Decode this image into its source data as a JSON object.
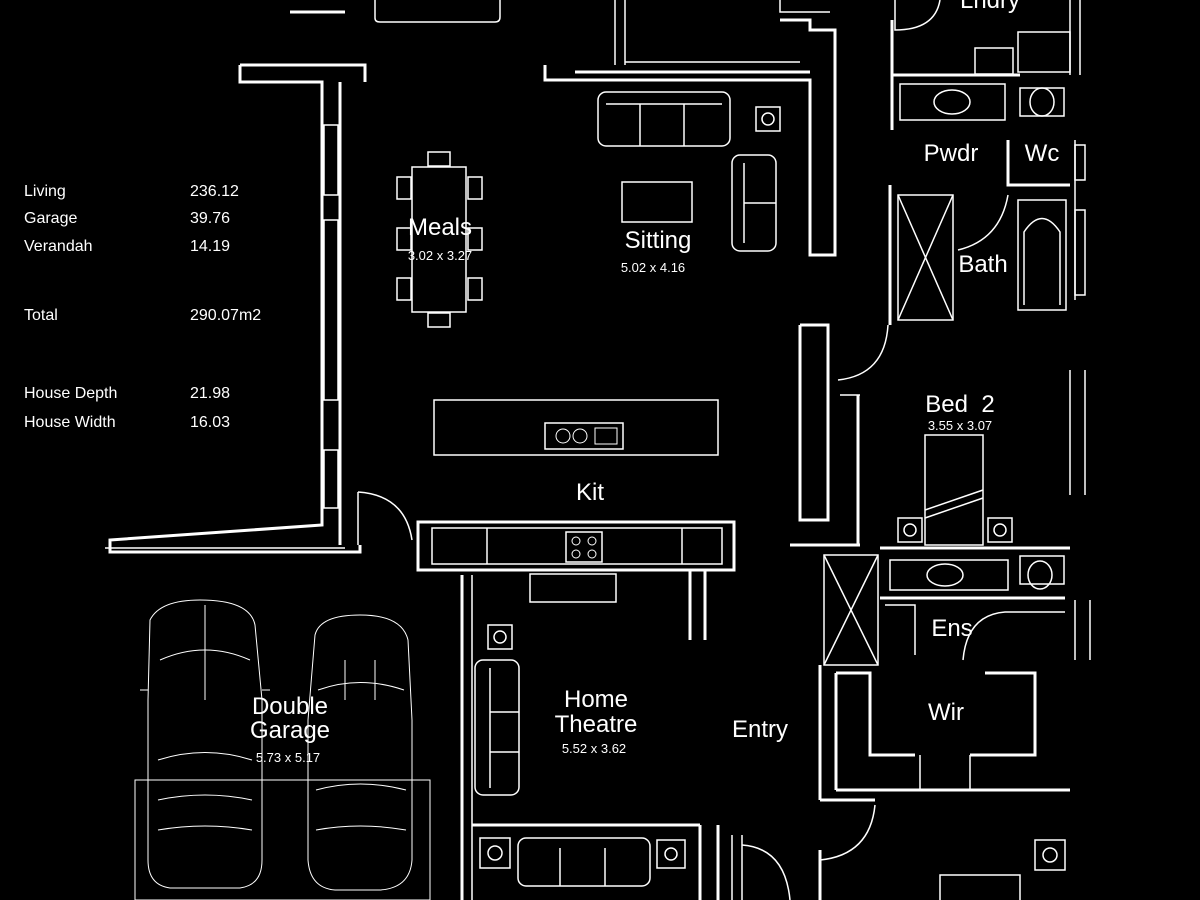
{
  "area_table": {
    "rows": [
      {
        "label": "Living",
        "value": "236.12"
      },
      {
        "label": "Garage",
        "value": "39.76"
      },
      {
        "label": "Verandah",
        "value": "14.19"
      }
    ],
    "total": {
      "label": "Total",
      "value": "290.07m2"
    },
    "dimensions": [
      {
        "label": "House Depth",
        "value": "21.98"
      },
      {
        "label": "House Width",
        "value": "16.03"
      }
    ]
  },
  "rooms": {
    "meals": {
      "name": "Meals",
      "size": "3.02 x 3.27"
    },
    "sitting": {
      "name": "Sitting",
      "size": "5.02 x 4.16"
    },
    "kit": {
      "name": "Kit"
    },
    "bed2": {
      "name": "Bed  2",
      "size": "3.55 x 3.07"
    },
    "bath": {
      "name": "Bath"
    },
    "pwdr": {
      "name": "Pwdr"
    },
    "wc": {
      "name": "Wc"
    },
    "lndry": {
      "name": "Lndry"
    },
    "ens": {
      "name": "Ens"
    },
    "wir": {
      "name": "Wir"
    },
    "entry": {
      "name": "Entry"
    },
    "home_theatre": {
      "name_line1": "Home",
      "name_line2": "Theatre",
      "size": "5.52 x 3.62"
    },
    "double_garage": {
      "name_line1": "Double",
      "name_line2": "Garage",
      "size": "5.73 x 5.17"
    }
  }
}
